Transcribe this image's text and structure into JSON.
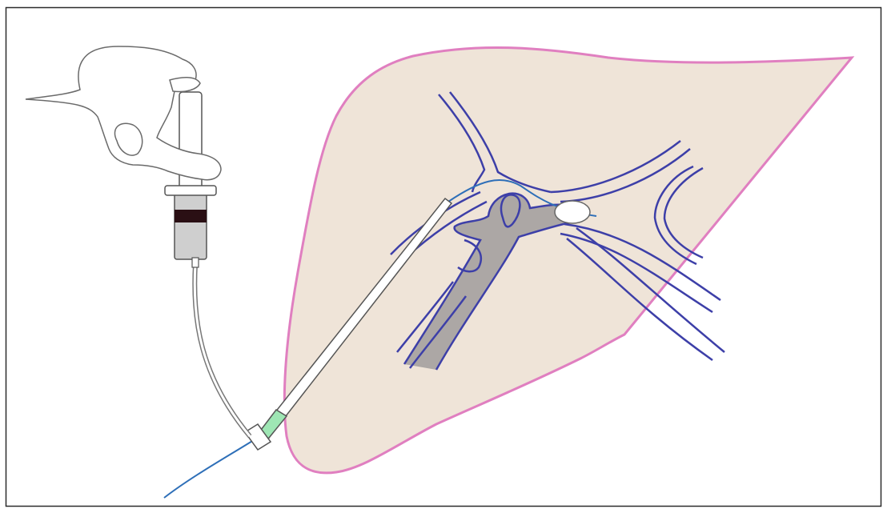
{
  "figure": {
    "colors": {
      "background": "#ffffff",
      "frame": "#2b2b2b",
      "liver_fill": "#efe4d8",
      "liver_outline": "#e07fc0",
      "vessel_outline": "#3d3fa8",
      "portal_blood": "#aca7a5",
      "guidewire": "#2e6fb8",
      "catheter_sheath": "#ffffff",
      "catheter_tip": "#9ee6b4",
      "balloon": "#ffffff",
      "syringe_blood": "#2a0f14",
      "syringe_body": "#cfcfcf",
      "hand_outline": "#6a6a6a"
    },
    "parts": [
      "liver",
      "hepatic-vein-left",
      "hepatic-vein-right",
      "portal-vein",
      "guidewire",
      "catheter-sheath",
      "occlusion-balloon",
      "syringe",
      "hand"
    ]
  }
}
